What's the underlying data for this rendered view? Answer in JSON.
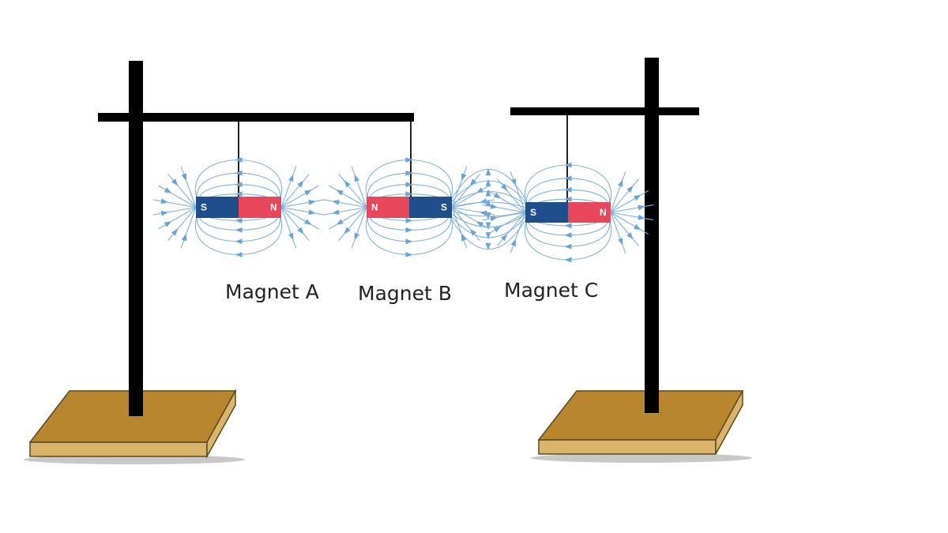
{
  "colors": {
    "south": "#1f4e8c",
    "north": "#e8465a",
    "field": "#7fb2dc",
    "stand": "#b8862e",
    "pole": "#000000"
  },
  "magnets": [
    {
      "label": "Magnet A",
      "left_pole": "S",
      "right_pole": "N"
    },
    {
      "label": "Magnet B",
      "left_pole": "N",
      "right_pole": "S"
    },
    {
      "label": "Magnet C",
      "left_pole": "S",
      "right_pole": "N"
    }
  ]
}
